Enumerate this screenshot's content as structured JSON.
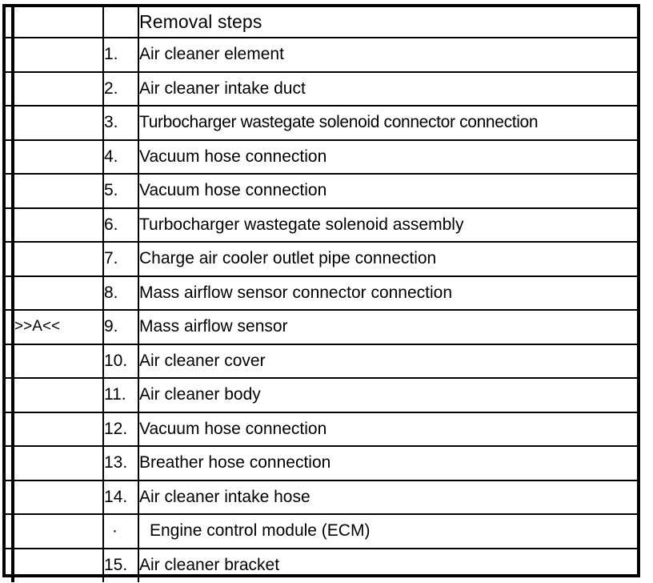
{
  "table": {
    "header": {
      "mark": "",
      "ref": "",
      "num": "",
      "title": "Removal steps"
    },
    "columns": [
      "",
      "",
      "",
      "Removal steps"
    ],
    "rows": [
      {
        "mark": "",
        "ref": "",
        "num": "1.",
        "desc": "Air cleaner element"
      },
      {
        "mark": "",
        "ref": "",
        "num": "2.",
        "desc": "Air cleaner intake duct"
      },
      {
        "mark": "",
        "ref": "",
        "num": "3.",
        "desc": "Turbocharger wastegate solenoid connector connection"
      },
      {
        "mark": "",
        "ref": "",
        "num": "4.",
        "desc": "Vacuum hose connection"
      },
      {
        "mark": "",
        "ref": "",
        "num": "5.",
        "desc": "Vacuum hose connection"
      },
      {
        "mark": "",
        "ref": "",
        "num": "6.",
        "desc": "Turbocharger wastegate solenoid assembly"
      },
      {
        "mark": "",
        "ref": "",
        "num": "7.",
        "desc": "Charge air cooler outlet pipe connection"
      },
      {
        "mark": "",
        "ref": "",
        "num": "8.",
        "desc": "Mass airflow sensor connector connection"
      },
      {
        "mark": "",
        "ref": ">>A<<",
        "num": "9.",
        "desc": "Mass airflow sensor"
      },
      {
        "mark": "",
        "ref": "",
        "num": "10.",
        "desc": "Air cleaner cover"
      },
      {
        "mark": "",
        "ref": "",
        "num": "11.",
        "desc": "Air cleaner body"
      },
      {
        "mark": "",
        "ref": "",
        "num": "12.",
        "desc": "Vacuum hose connection"
      },
      {
        "mark": "",
        "ref": "",
        "num": "13.",
        "desc": "Breather hose connection"
      },
      {
        "mark": "",
        "ref": "",
        "num": "14.",
        "desc": "Air cleaner intake hose"
      },
      {
        "mark": "",
        "ref": "",
        "num": "·",
        "desc": "Engine control module (ECM)"
      },
      {
        "mark": "",
        "ref": "",
        "num": "15.",
        "desc": "Air cleaner bracket"
      }
    ]
  },
  "colors": {
    "border": "#000000",
    "background": "#ffffff",
    "text": "#000000"
  }
}
